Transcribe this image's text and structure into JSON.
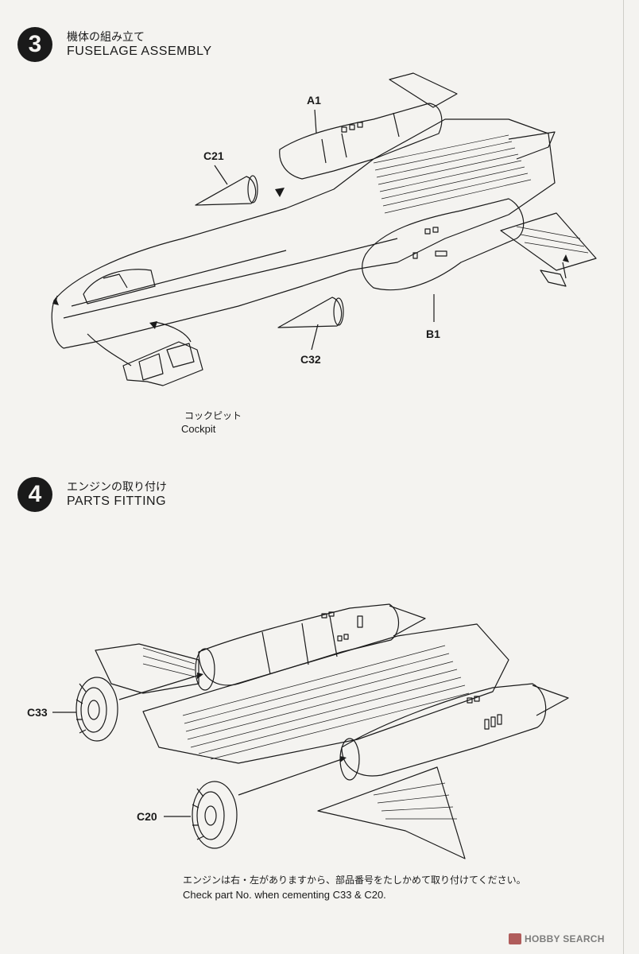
{
  "step3": {
    "number": "3",
    "title_jp": "機体の組み立て",
    "title_en": "FUSELAGE ASSEMBLY",
    "parts": {
      "a1": "A1",
      "c21": "C21",
      "c32": "C32",
      "b1": "B1"
    },
    "cockpit_jp": "コックピット",
    "cockpit_en": "Cockpit"
  },
  "step4": {
    "number": "4",
    "title_jp": "エンジンの取り付け",
    "title_en": "PARTS FITTING",
    "parts": {
      "c33": "C33",
      "c20": "C20"
    },
    "note_jp": "エンジンは右・左がありますから、部品番号をたしかめて取り付けてください。",
    "note_en": "Check part No. when cementing C33 & C20."
  },
  "watermark": {
    "text": "HOBBY SEARCH"
  },
  "colors": {
    "ink": "#1a1a1a",
    "paper": "#f4f3f0"
  }
}
